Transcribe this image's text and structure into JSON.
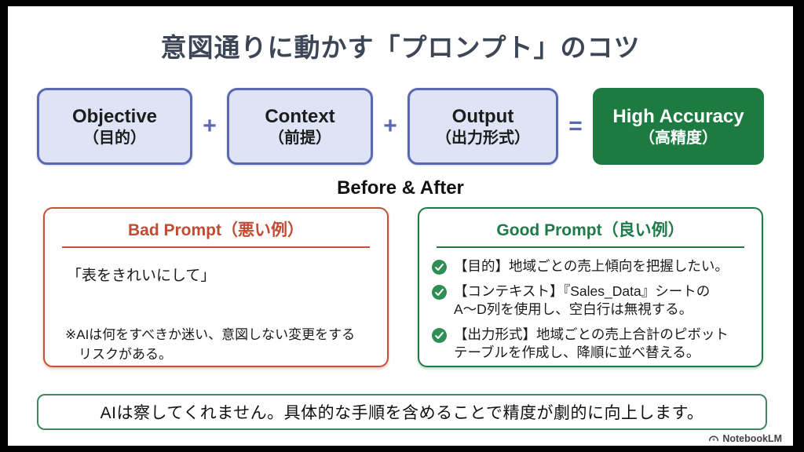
{
  "slide": {
    "title": "意図通りに動かす「プロンプト」のコツ",
    "formula": {
      "boxes": [
        {
          "en": "Objective",
          "ja": "（目的）"
        },
        {
          "en": "Context",
          "ja": "（前提）"
        },
        {
          "en": "Output",
          "ja": "（出力形式）"
        },
        {
          "en": "High Accuracy",
          "ja": "（高精度）"
        }
      ],
      "operators": [
        "+",
        "+",
        "="
      ]
    },
    "section_heading": "Before & After",
    "bad_card": {
      "title": "Bad Prompt（悪い例）",
      "quote": "「表をきれいにして」",
      "note_line1": "※AIは何をすべきか迷い、意図しない変更をする",
      "note_line2": "リスクがある。"
    },
    "good_card": {
      "title": "Good Prompt（良い例）",
      "items": [
        {
          "line1": "【目的】地域ごとの売上傾向を把握したい。",
          "line2": ""
        },
        {
          "line1": "【コンテキスト】『Sales_Data』シートの",
          "line2": "A〜D列を使用し、空白行は無視する。"
        },
        {
          "line1": "【出力形式】地域ごとの売上合計のピボット",
          "line2": "テーブルを作成し、降順に並べ替える。"
        }
      ]
    },
    "footer_banner": "AIは察してくれません。具体的な手順を含めることで精度が劇的に向上します。",
    "watermark": "NotebookLM"
  },
  "colors": {
    "title_text": "#3d4656",
    "lavender_fill": "#dee3f6",
    "lavender_border": "#5a68b2",
    "operator": "#5a6ab2",
    "accuracy_green": "#1d7b42",
    "bad_red": "#c4513a",
    "good_green": "#1f7a49",
    "check_green": "#2e8f55",
    "banner_border": "#3e8a60",
    "background": "#ffffff",
    "letterbox": "#000000"
  }
}
